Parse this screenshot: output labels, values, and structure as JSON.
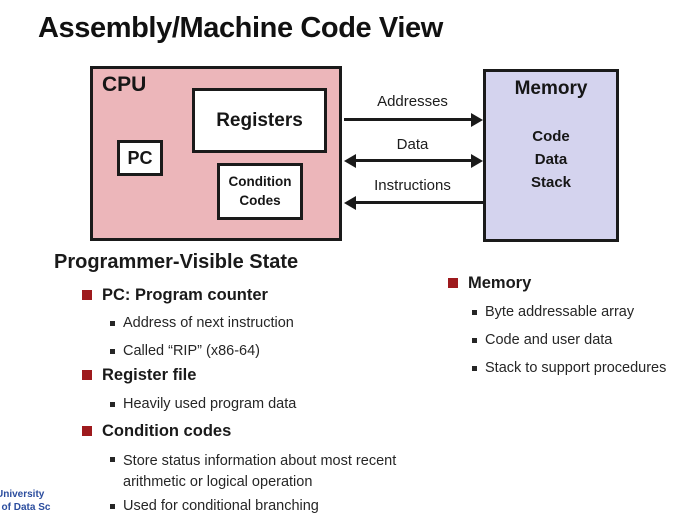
{
  "title": "Assembly/Machine Code View",
  "diagram": {
    "cpu": {
      "label": "CPU",
      "registers": "Registers",
      "pc": "PC",
      "condition_codes": "Condition Codes"
    },
    "memory": {
      "label": "Memory",
      "contents": [
        "Code",
        "Data",
        "Stack"
      ]
    },
    "buses": [
      {
        "label": "Addresses",
        "direction": "cpu-to-memory"
      },
      {
        "label": "Data",
        "direction": "bidirectional"
      },
      {
        "label": "Instructions",
        "direction": "memory-to-cpu"
      }
    ]
  },
  "sections": {
    "left": {
      "heading": "Programmer-Visible State",
      "items": [
        {
          "level": 1,
          "text": "PC: Program counter"
        },
        {
          "level": 2,
          "text": "Address of next instruction"
        },
        {
          "level": 2,
          "text": "Called “RIP” (x86-64)"
        },
        {
          "level": 1,
          "text": "Register file"
        },
        {
          "level": 2,
          "text": "Heavily used program data"
        },
        {
          "level": 1,
          "text": "Condition codes"
        },
        {
          "level": 2,
          "text": "Store status information about most recent arithmetic or logical operation"
        },
        {
          "level": 2,
          "text": "Used for conditional branching"
        }
      ]
    },
    "right": {
      "items": [
        {
          "level": 1,
          "text": "Memory"
        },
        {
          "level": 2,
          "text": "Byte addressable array"
        },
        {
          "level": 2,
          "text": "Code and user data"
        },
        {
          "level": 2,
          "text": "Stack to support procedures"
        }
      ]
    }
  },
  "footer": {
    "logo_line1": "University",
    "logo_line2": "l of Data Sc"
  },
  "colors": {
    "cpu_fill": "#ecb6ba",
    "memory_fill": "#d4d3ee",
    "box_border": "#1a1a1a",
    "bullet_red": "#9e1a1d",
    "logo_blue": "#2b4d9e"
  }
}
